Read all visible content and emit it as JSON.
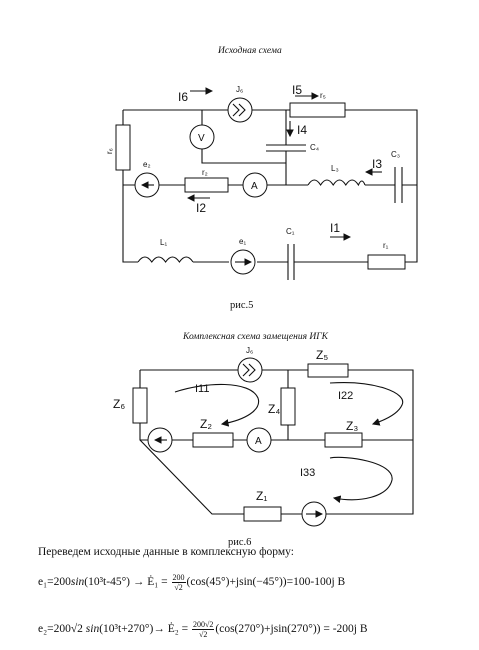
{
  "fig1": {
    "caption": "Исходная схема",
    "figure_label": "рис.5",
    "labels": {
      "I6": "I6",
      "J6": "J₆",
      "I5": "I5",
      "r5": "r₅",
      "r6": "r₆",
      "V": "V",
      "I4": "I4",
      "C4": "C₄",
      "C3": "C₃",
      "e2": "e₂",
      "r2": "r₂",
      "A": "A",
      "L3": "L₃",
      "I3": "I3",
      "I2": "I2",
      "L1": "L₁",
      "e1": "e₁",
      "C1": "C₁",
      "I1": "I1",
      "r1": "r₁"
    }
  },
  "fig2": {
    "caption": "Комплексная схема замещения ИГК",
    "figure_label": "рис.6",
    "labels": {
      "J6": "J₆",
      "Z5": "Z₅",
      "I11": "I11",
      "I22": "I22",
      "Z6": "Z₆",
      "Z4": "Z₄",
      "Z2": "Z₂",
      "A": "A",
      "Z3": "Z₃",
      "I33": "I33",
      "Z1": "Z₁"
    }
  },
  "text": {
    "intro": "Переведем исходные данные в комплексную форму:",
    "eq1_lhs": "e₁=200",
    "eq1_func": "sin",
    "eq1_arg": "(10³t-45°) → Ė₁ = ",
    "eq1_frac_num": "200",
    "eq1_frac_den": "√2",
    "eq1_rhs": "(cos(45°)+jsin(−45°))=100-100j В",
    "eq2_lhs": "e₂=200√2 ",
    "eq2_func": "sin",
    "eq2_arg": "(10³t+270°)→ Ė₂ = ",
    "eq2_frac_num": "200√2",
    "eq2_frac_den": "√2",
    "eq2_rhs": "(cos(270°)+jsin(270°)) = -200j В"
  }
}
